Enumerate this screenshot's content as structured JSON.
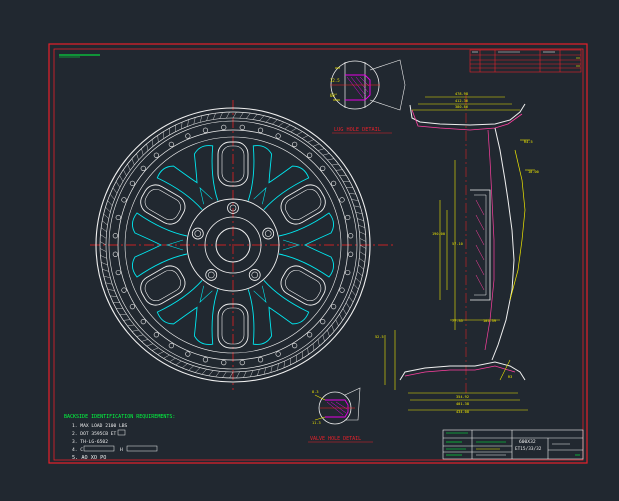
{
  "colors": {
    "background": "#212830",
    "border": "#e8202a",
    "wheel_outline": "#f0f0f0",
    "spoke": "#00e8f0",
    "center_line": "#ff2020",
    "dimension": "#f0e800",
    "hatch": "#e800e8",
    "text_green": "#00ff40",
    "text_white": "#f0f0f0",
    "rim_profile": "#f0f0f0",
    "profile_hatch": "#ff40a0"
  },
  "labels": {
    "lug_hole_detail": "LUG HOLE DETAIL",
    "valve_hole_detail": "VALVE HOLE DETAIL"
  },
  "notes": {
    "heading": "BACKSIDE IDENTIFICATION REQUIREMENTS:",
    "lines": [
      "1. MAX LOAD  2100 LBS",
      "2. DOT 3595CB   ET",
      "3. TH-LG-6502",
      "4. C",
      "5. AO  XO  PO"
    ],
    "line4_suffix": "H"
  },
  "title_block": {
    "part_no": "600X32",
    "spec": "ET15/33/32"
  }
}
